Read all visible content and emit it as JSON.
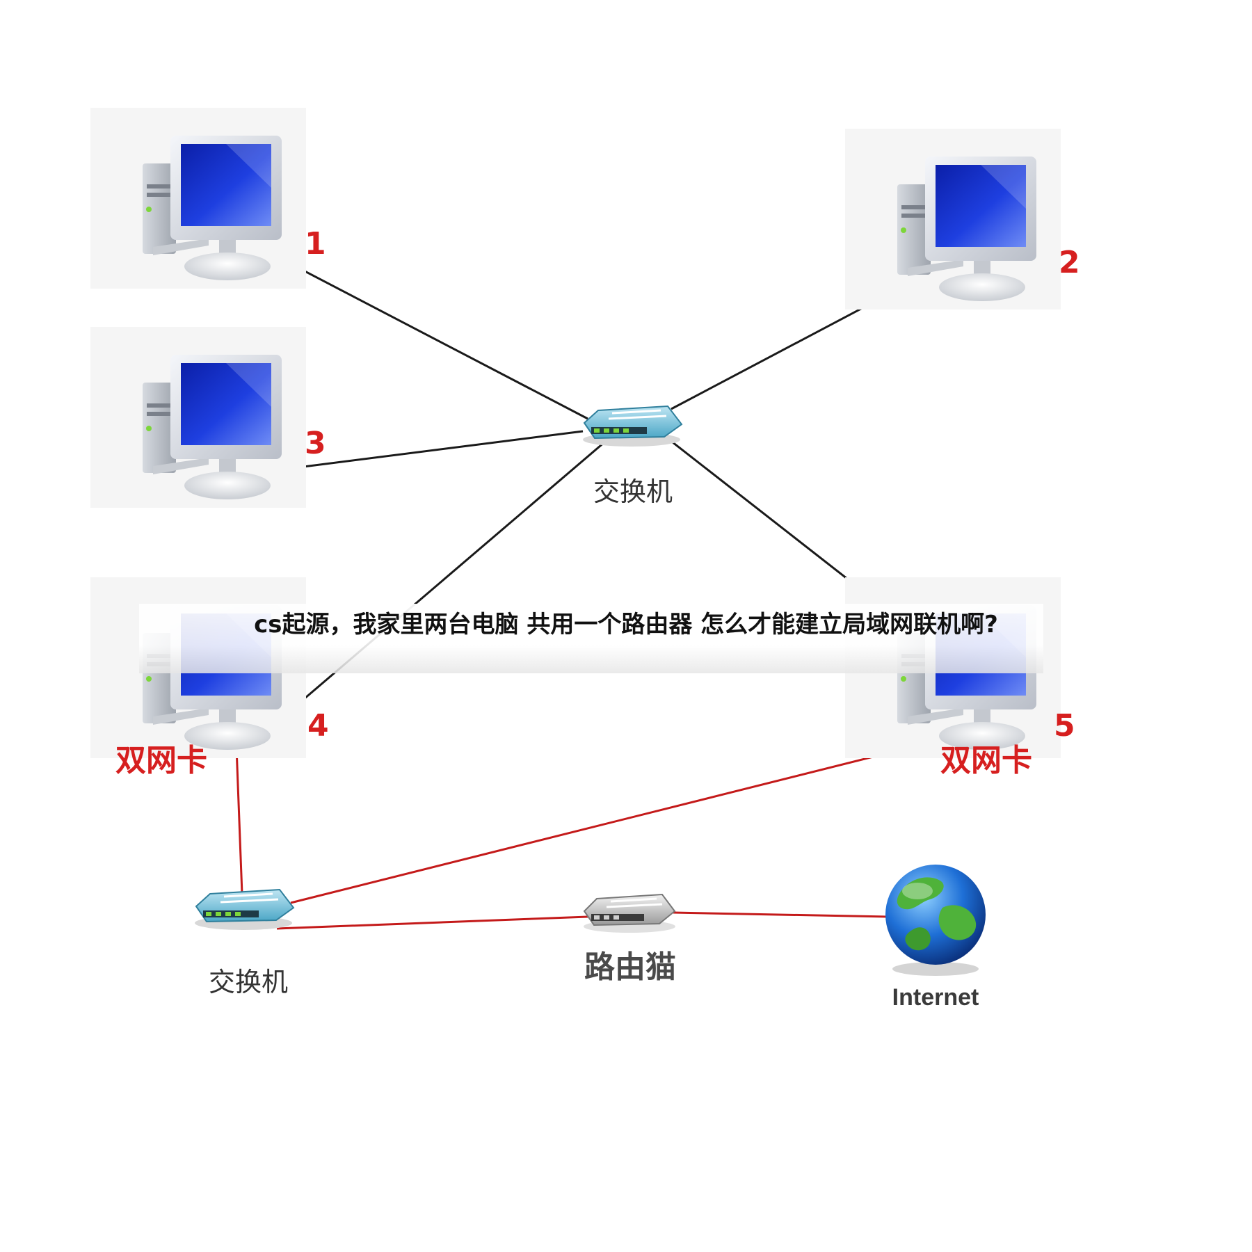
{
  "caption": "cs起源，我家里两台电脑 共用一个路由器 怎么才能建立局域网联机啊?",
  "colors": {
    "black_link": "#1a1a1a",
    "red_link": "#c41a1a",
    "label_red": "#d61f1f",
    "label_gray": "#4a4a4a"
  },
  "computers": [
    {
      "number": "1"
    },
    {
      "number": "2"
    },
    {
      "number": "3"
    },
    {
      "number": "4",
      "nic_label": "双网卡"
    },
    {
      "number": "5",
      "nic_label": "双网卡"
    }
  ],
  "switch_top": {
    "label": "交换机"
  },
  "switch_bottom": {
    "label": "交换机"
  },
  "modem": {
    "label": "路由猫"
  },
  "internet": {
    "label": "Internet"
  },
  "icons": {
    "computer": "desktop-computer-icon",
    "switch": "network-switch-icon",
    "modem": "modem-icon",
    "internet": "globe-icon"
  }
}
